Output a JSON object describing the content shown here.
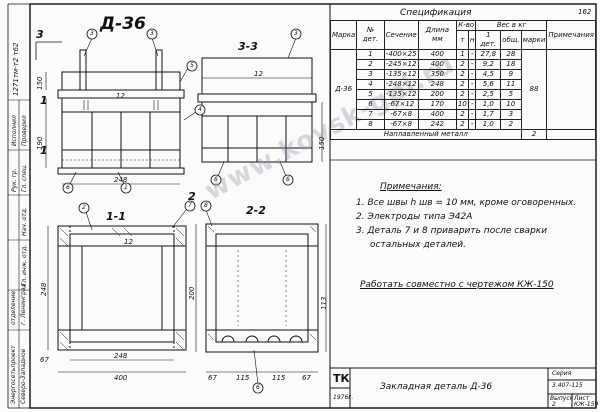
{
  "page_number": "162",
  "drawing_title": "Д-36",
  "views": {
    "top_left_section_mark": "3",
    "section_3_3": "3-3",
    "section_1_1": "1-1",
    "section_2_2": "2-2",
    "section_marks_side": [
      "1",
      "1"
    ],
    "section_marks_bottom": "2"
  },
  "dimensions": {
    "front": [
      "150",
      "190",
      "12",
      "248"
    ],
    "section_3_3": [
      "12",
      "150"
    ],
    "section_1_1": [
      "400",
      "248",
      "12",
      "67"
    ],
    "section_2_2": [
      "67",
      "115",
      "115",
      "67",
      "200",
      "113"
    ]
  },
  "callouts": [
    "1",
    "2",
    "3",
    "4",
    "5",
    "6",
    "7",
    "8"
  ],
  "spec": {
    "title": "Спецификация",
    "headers": {
      "mark": "Марка",
      "pos": "№ дет.",
      "section": "Сечение",
      "length": "Длина мм",
      "count": "К-во",
      "count_t": "т",
      "count_n": "н",
      "weight": "Вес в кг",
      "weight_one": "1 дет.",
      "weight_total": "общ.",
      "weight_mark": "марки",
      "notes": "Примечания"
    },
    "mark_value": "Д-36",
    "mark_weight": "88",
    "rows": [
      {
        "pos": "1",
        "section": "-400×25",
        "length": "400",
        "t": "1",
        "n": "-",
        "one": "27,8",
        "total": "28"
      },
      {
        "pos": "2",
        "section": "-245×12",
        "length": "400",
        "t": "2",
        "n": "-",
        "one": "9,2",
        "total": "18"
      },
      {
        "pos": "3",
        "section": "-135×12",
        "length": "350",
        "t": "2",
        "n": "-",
        "one": "4,5",
        "total": "9"
      },
      {
        "pos": "4",
        "section": "-248×12",
        "length": "248",
        "t": "2",
        "n": "-",
        "one": "5,6",
        "total": "11"
      },
      {
        "pos": "5",
        "section": "-135×12",
        "length": "200",
        "t": "2",
        "n": "-",
        "one": "2,5",
        "total": "5"
      },
      {
        "pos": "6",
        "section": "-67×12",
        "length": "170",
        "t": "10",
        "n": "-",
        "one": "1,0",
        "total": "10"
      },
      {
        "pos": "7",
        "section": "-67×8",
        "length": "400",
        "t": "2",
        "n": "-",
        "one": "1,7",
        "total": "3"
      },
      {
        "pos": "8",
        "section": "-67×8",
        "length": "242",
        "t": "2",
        "n": "-",
        "one": "1,0",
        "total": "2"
      }
    ],
    "weld_label": "Наплавленный металл",
    "weld_value": "2"
  },
  "notes": {
    "title": "Примечания:",
    "items": [
      "1. Все швы h шв = 10 мм, кроме оговоренных.",
      "2. Электроды типа Э42А",
      "3. Деталь 7 и 8 приварить после сварки",
      "остальных деталей."
    ],
    "extra": "Работать совместно с чертежом КЖ-150"
  },
  "title_block": {
    "org": "ТК",
    "year": "1976г.",
    "name": "Закладная деталь Д-36",
    "series_label": "Серия",
    "series": "3.407-115",
    "issue_label": "Выпуск",
    "issue": "2",
    "sheet_label": "Лист",
    "sheet": "КЖ-159"
  },
  "left_stamp": {
    "code": "1271тм-т2 т62",
    "rows": [
      "Энергосетьпроект",
      "Северо-Западное",
      "отделение",
      "г. Ленинград"
    ],
    "roles": [
      "Гл. инж. отд.",
      "Нач. отд.",
      "Гл. спец.",
      "Рук. гр.",
      "Проверил",
      "Исполнил"
    ]
  },
  "watermark": "www.kovsk-gpi.ru"
}
